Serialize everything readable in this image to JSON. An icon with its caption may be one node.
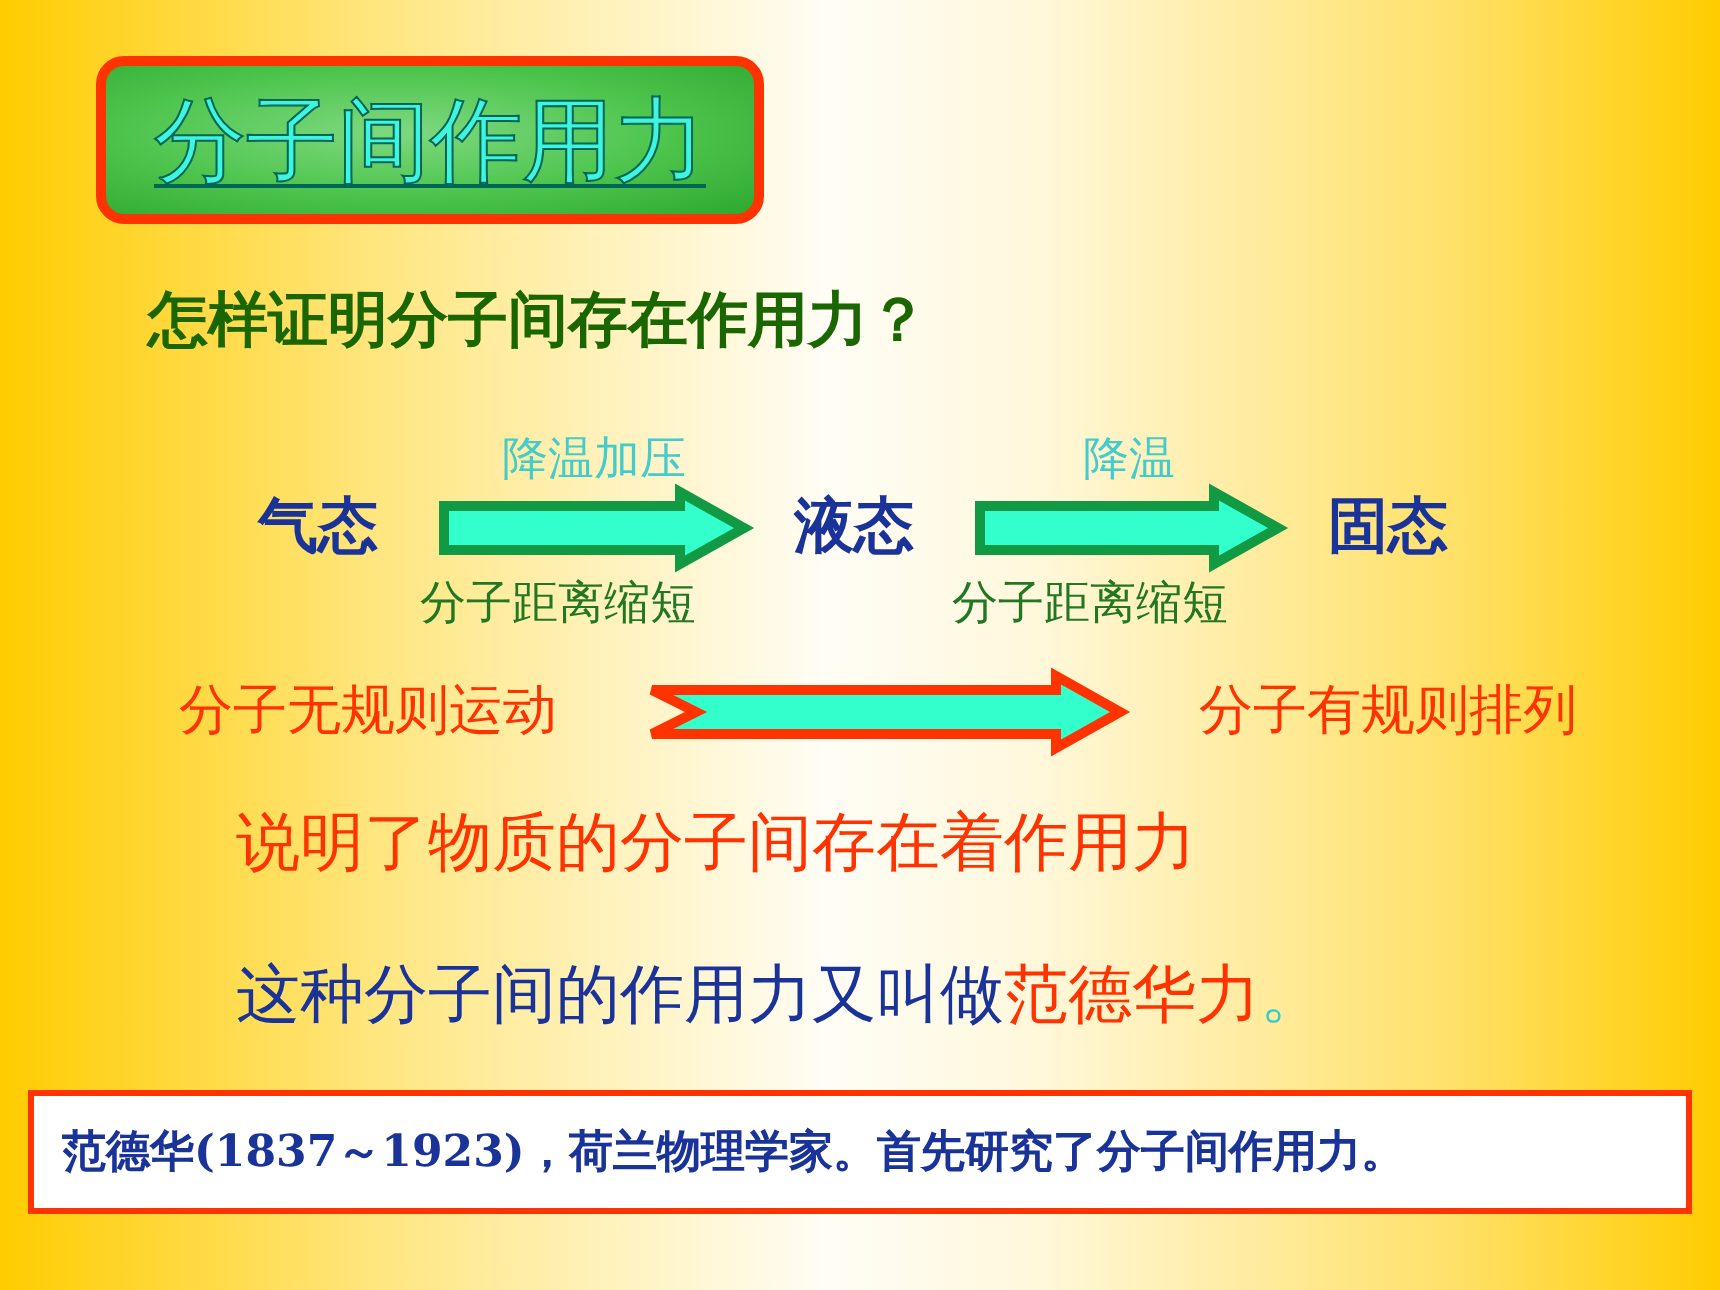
{
  "diagram": {
    "nodes": [
      {
        "text": [
          "分子间作用力"
        ]
      },
      {
        "text": [
          "气态"
        ]
      },
      {
        "text": [
          "液态"
        ]
      },
      {
        "text": [
          "固态"
        ]
      },
      {
        "text": [
          "分子无规则运动"
        ]
      },
      {
        "text": [
          "分子有规则排列"
        ]
      },
      {
        "text": [
          "范德华(1837～1923)，荷兰物理学家。首先研究了分子间作用力。"
        ]
      }
    ],
    "edges": [
      {
        "from": 1,
        "to": 2,
        "arrow": "to",
        "label": "降温加压"
      },
      {
        "from": 2,
        "to": 3,
        "arrow": "to",
        "label": "降温"
      },
      {
        "from": 4,
        "to": 5,
        "arrow": "to",
        "color": "#ff3300"
      }
    ],
    "labels": [
      "怎样证明分子间存在作用力？",
      "分子距离缩短",
      "分子距离缩短",
      "说明了物质的分子间存在着作用力",
      "这种分子间的作用力又叫做",
      "范德华力",
      "。"
    ]
  }
}
